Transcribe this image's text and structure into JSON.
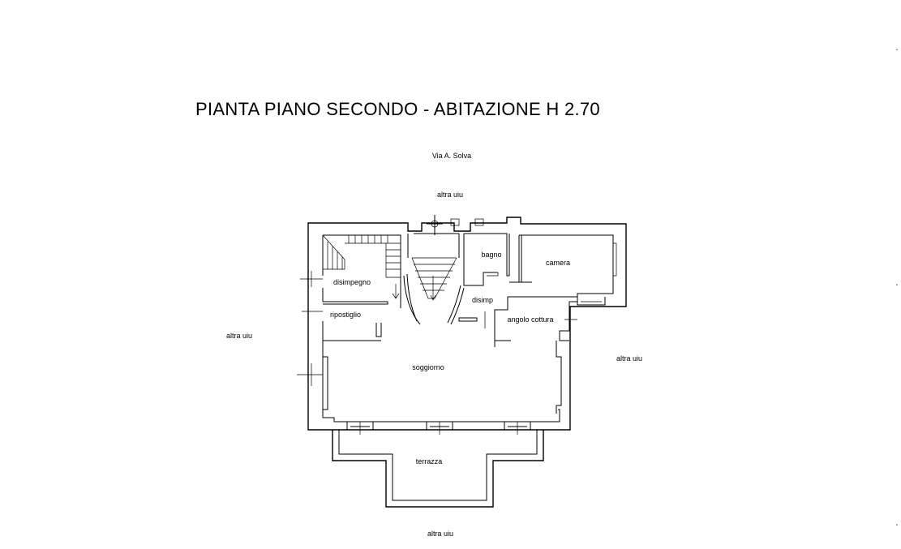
{
  "title": "PIANTA PIANO SECONDO - ABITAZIONE H 2.70",
  "street": "Via A. Solva",
  "neighbors": {
    "north": "altra uiu",
    "west": "altra uiu",
    "east": "altra uiu",
    "south": "altra uiu"
  },
  "rooms": {
    "disimpegno": "disimpegno",
    "ripostiglio": "ripostiglio",
    "bagno": "bagno",
    "camera": "camera",
    "disimp": "disimp",
    "angolo_cottura": "angolo cottura",
    "soggiorno": "soggiorno",
    "terrazza": "terrazza"
  }
}
